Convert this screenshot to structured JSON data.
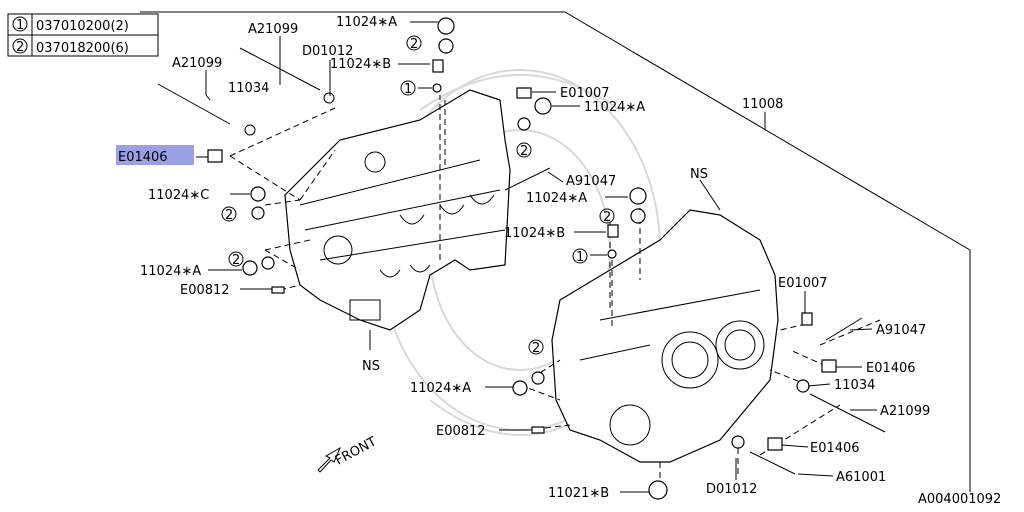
{
  "legend": [
    {
      "num": "1",
      "code": "037010200(2)"
    },
    {
      "num": "2",
      "code": "037018200(6)"
    }
  ],
  "labels": {
    "a21099_top": "A21099",
    "a21099_left": "A21099",
    "d01012_top": "D01012",
    "l11024a_top": "11024∗A",
    "l11024b_top": "11024∗B",
    "l11034_top": "11034",
    "e01406_hl": "E01406",
    "e01007_top": "E01007",
    "l11024a_mid": "11024∗A",
    "l11008": "11008",
    "a91047_top": "A91047",
    "l11024c": "11024∗C",
    "l11024a_right": "11024∗A",
    "l11024b_right": "11024∗B",
    "l11024a_left": "11024∗A",
    "e00812_left": "E00812",
    "ns_top": "NS",
    "e01007_right": "E01007",
    "a91047_right": "A91047",
    "ns_bottom": "NS",
    "e01406_right": "E01406",
    "l11024a_bottom": "11024∗A",
    "l11034_right": "11034",
    "a21099_right": "A21099",
    "e00812_bottom": "E00812",
    "e01406_bottom": "E01406",
    "a61001": "A61001",
    "d01012_bottom": "D01012",
    "l11021b": "11021∗B",
    "front": "FRONT",
    "diagram_id": "A004001092",
    "c1": "1",
    "c2": "2"
  }
}
